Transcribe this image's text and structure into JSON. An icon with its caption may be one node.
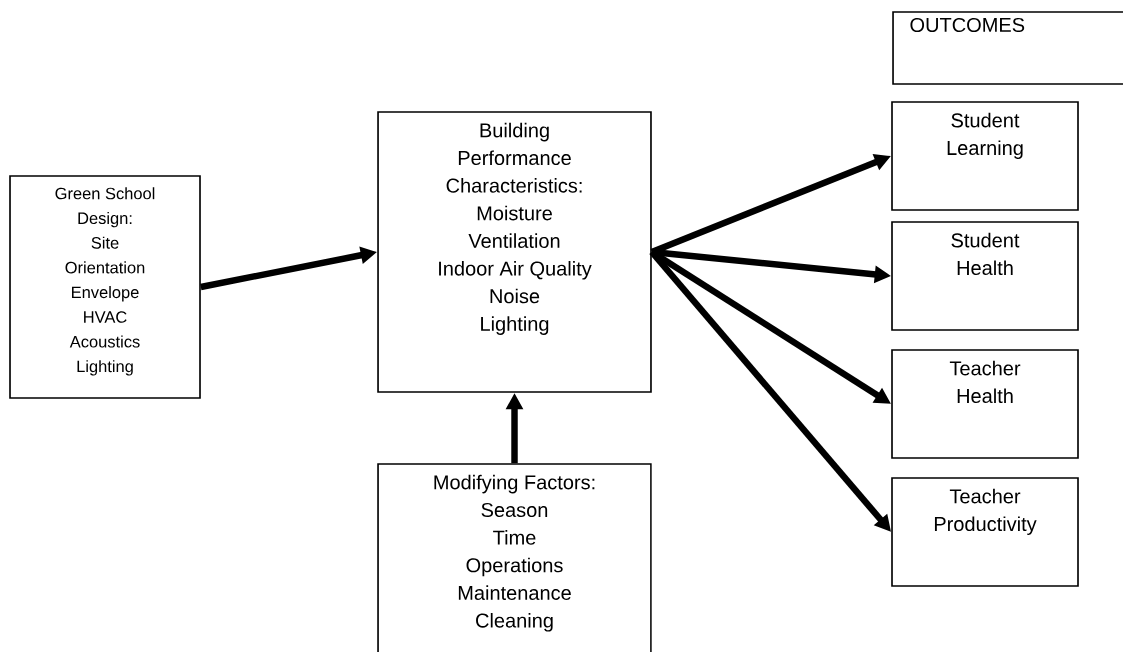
{
  "diagram": {
    "nodes": [
      {
        "text": [
          "Green School Design:",
          "Site",
          "Orientation",
          "Envelope",
          "HVAC",
          "Acoustics",
          "Lighting"
        ]
      },
      {
        "text": [
          "Building Performance Characteristics:",
          "Moisture",
          "Ventilation",
          "Indoor Air Quality",
          "Noise",
          "Lighting"
        ]
      },
      {
        "text": [
          "Modifying Factors:",
          "Season",
          "Time",
          "Operations",
          "Maintenance",
          "Cleaning"
        ]
      },
      {
        "text": [
          "OUTCOMES"
        ]
      },
      {
        "text": [
          "Student Learning"
        ]
      },
      {
        "text": [
          "Student Health"
        ]
      },
      {
        "text": [
          "Teacher Health"
        ]
      },
      {
        "text": [
          "Teacher Productivity"
        ]
      }
    ],
    "edges": [
      {
        "from": 0,
        "to": 1,
        "arrow": "to"
      },
      {
        "from": 2,
        "to": 1,
        "arrow": "to"
      },
      {
        "from": 1,
        "to": 4,
        "arrow": "to"
      },
      {
        "from": 1,
        "to": 5,
        "arrow": "to"
      },
      {
        "from": 1,
        "to": 6,
        "arrow": "to"
      },
      {
        "from": 1,
        "to": 7,
        "arrow": "to"
      }
    ]
  }
}
